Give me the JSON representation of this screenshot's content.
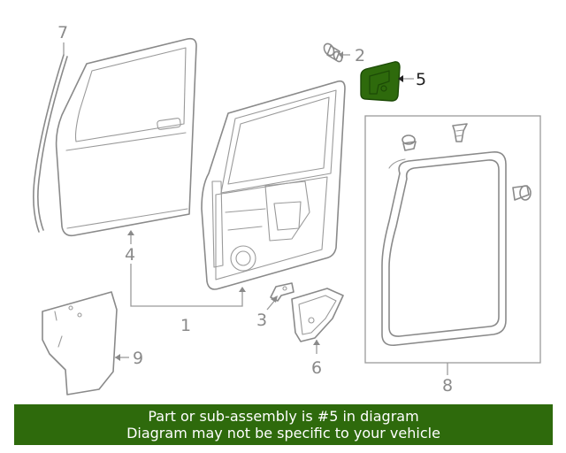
{
  "diagram": {
    "highlight_color": "#2e6a0c",
    "line_color": "#8a8a8a",
    "callouts": [
      {
        "id": "1",
        "label": "1",
        "highlighted": false
      },
      {
        "id": "2",
        "label": "2",
        "highlighted": false
      },
      {
        "id": "3",
        "label": "3",
        "highlighted": false
      },
      {
        "id": "4",
        "label": "4",
        "highlighted": false
      },
      {
        "id": "5",
        "label": "5",
        "highlighted": true
      },
      {
        "id": "6",
        "label": "6",
        "highlighted": false
      },
      {
        "id": "7",
        "label": "7",
        "highlighted": false
      },
      {
        "id": "8",
        "label": "8",
        "highlighted": false
      },
      {
        "id": "9",
        "label": "9",
        "highlighted": false
      }
    ]
  },
  "banner": {
    "background": "#2e6a0c",
    "line1": "Part or sub-assembly is #5 in diagram",
    "line2": "Diagram may not be specific to your vehicle"
  }
}
